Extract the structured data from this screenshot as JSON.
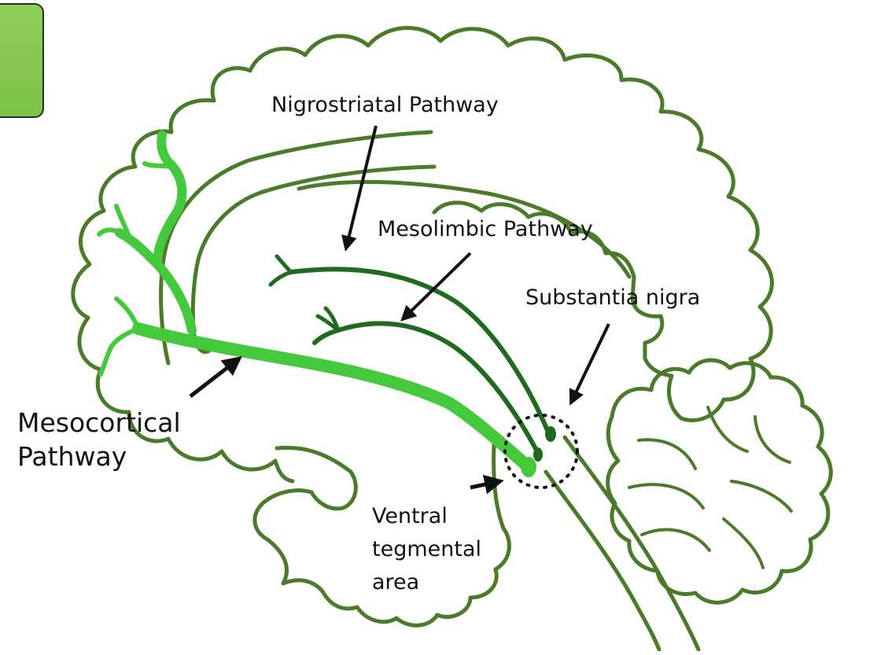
{
  "labels": {
    "nigrostriatal": "Nigrostriatal Pathway",
    "mesolimbic": "Mesolimbic Pathway",
    "substantia_nigra": "Substantia nigra",
    "mesocortical_line1": "Mesocortical",
    "mesocortical_line2": "Pathway",
    "vta_line1": "Ventral",
    "vta_line2": "tegmental",
    "vta_line3": "area"
  },
  "colors": {
    "outline": "#4a7a2a",
    "mesocortical": "#44c93d",
    "dark_pathway": "#1f6a1f",
    "arrow": "#111111",
    "badge": "#7cc24a"
  }
}
